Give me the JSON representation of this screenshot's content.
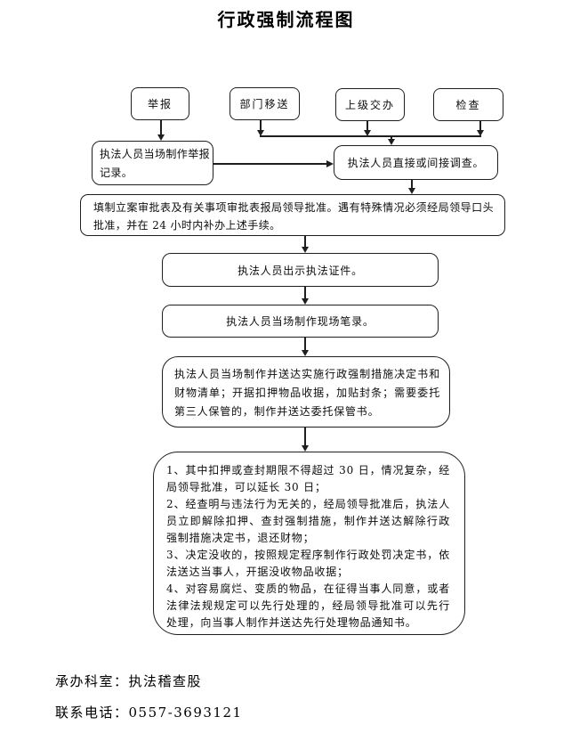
{
  "page": {
    "title": "行政强制流程图"
  },
  "flow": {
    "sources": [
      "举报",
      "部门移送",
      "上级交办",
      "检查"
    ],
    "report_record": "执法人员当场制作举报记录。",
    "investigate": "执法人员直接或间接调查。",
    "approval": "填制立案审批表及有关事项审批表报局领导批准。遇有特殊情况必须经局领导口头批准，并在 24 小时内补办上述手续。",
    "show_credentials": "执法人员出示执法证件。",
    "site_record": "执法人员当场制作现场笔录。",
    "decision": "执法人员当场制作并送达实施行政强制措施决定书和财物清单；开据扣押物品收据，加贴封条；需要委托第三人保管的，制作并送达委托保管书。",
    "rules": [
      "1、其中扣押或查封期限不得超过 30 日，情况复杂，经局领导批准，可以延长 30 日；",
      "2、经查明与违法行为无关的，经局领导批准后，执法人员立即解除扣押、查封强制措施，制作并送达解除行政强制措施决定书，退还财物；",
      "3、决定没收的，按照规定程序制作行政处罚决定书，依法送达当事人，开据没收物品收据；",
      "4、对容易腐烂、变质的物品，在征得当事人同意，或者法律法规规定可以先行处理的，经局领导批准可以先行处理，向当事人制作并送达先行处理物品通知书。"
    ]
  },
  "footer": {
    "department_label": "承办科室：",
    "department_value": "执法稽查股",
    "phone_label": "联系电话：",
    "phone_value": "0557-3693121"
  }
}
